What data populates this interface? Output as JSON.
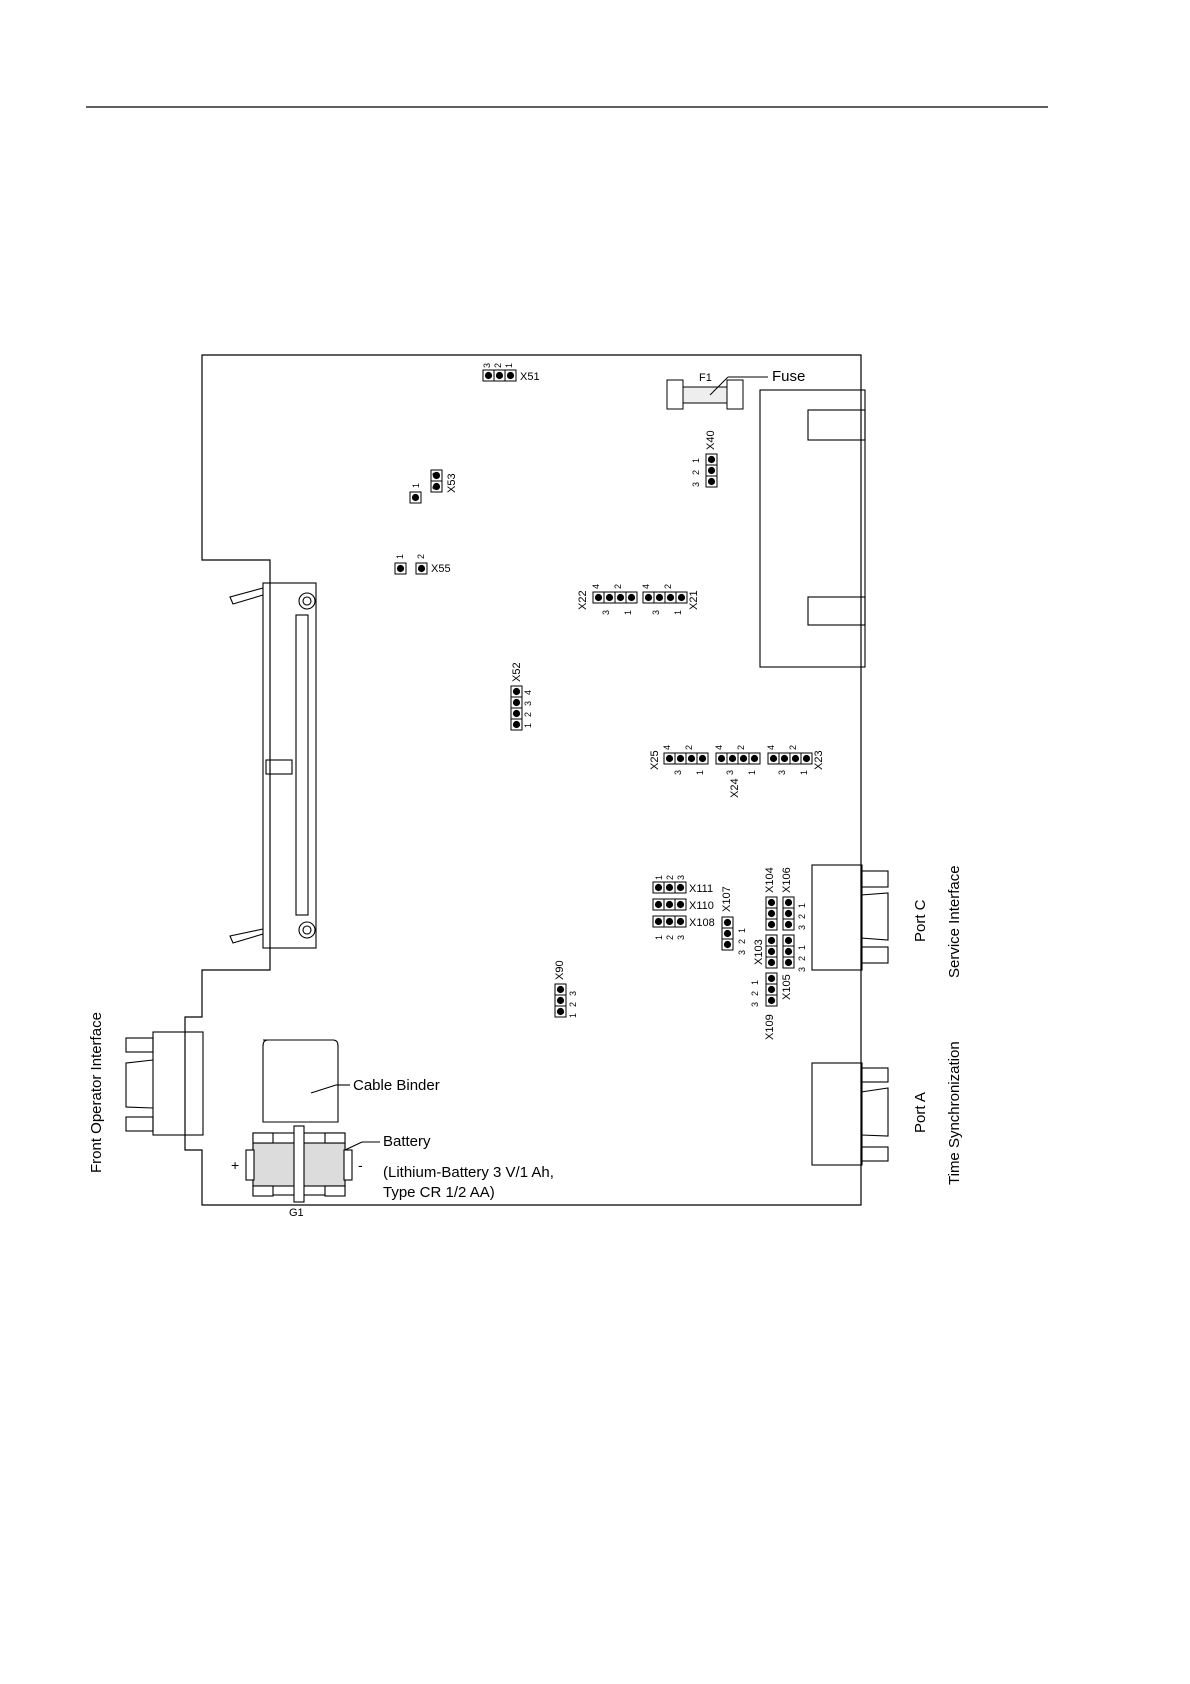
{
  "header": {
    "rule": true
  },
  "labels": {
    "fuse": "Fuse",
    "f1": "F1",
    "cable_binder": "Cable Binder",
    "battery": "Battery",
    "battery_spec_1": "(Lithium-Battery 3 V/1 Ah,",
    "battery_spec_2": "Type CR 1/2 AA)",
    "g1": "G1",
    "plus": "+",
    "minus": "-",
    "port_c": "Port C",
    "service_interface": "Service Interface",
    "port_a": "Port A",
    "time_sync": "Time Synchronization",
    "front_operator": "Front Operator Interface"
  },
  "connectors": {
    "x51": "X51",
    "x53": "X53",
    "x55": "X55",
    "x40": "X40",
    "x22": "X22",
    "x21": "X21",
    "x52": "X52",
    "x25": "X25",
    "x24": "X24",
    "x23": "X23",
    "x111": "X111",
    "x110": "X110",
    "x108": "X108",
    "x107": "X107",
    "x104": "X104",
    "x106": "X106",
    "x103": "X103",
    "x105": "X105",
    "x109": "X109",
    "x90": "X90"
  },
  "pins": {
    "p1": "1",
    "p2": "2",
    "p3": "3",
    "p4": "4"
  }
}
